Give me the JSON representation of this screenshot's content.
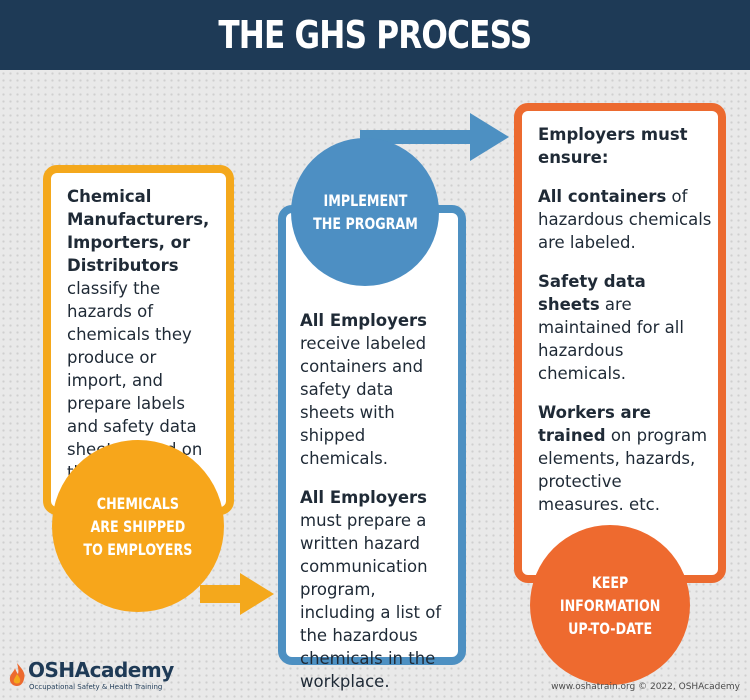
{
  "header": {
    "title": "THE GHS PROCESS"
  },
  "card_manufacturers": {
    "bold": "Chemical Manufacturers, Importers, or Distributors",
    "text": " classify the hazards of chemicals they produce or import, and prepare labels and safety data sheets based on the classifications."
  },
  "card_employers": {
    "p1_bold": "All Employers",
    "p1_text": " receive labeled containers and safety data sheets with shipped chemicals.",
    "p2_bold": "All Employers",
    "p2_text": " must prepare a written hazard communication program, including a list of the hazardous chemicals in the workplace."
  },
  "card_ensure": {
    "heading": "Employers must ensure:",
    "p1_bold": "All containers",
    "p1_text": " of hazardous chemicals are labeled.",
    "p2_bold": "Safety data sheets",
    "p2_text": " are maintained for all hazardous chemicals.",
    "p3_bold": "Workers are trained",
    "p3_text": " on program elements, hazards, protective measures. etc."
  },
  "circles": {
    "shipped": "CHEMICALS\nARE SHIPPED\nTO EMPLOYERS",
    "implement": "IMPLEMENT\nTHE PROGRAM",
    "update": "KEEP\nINFORMATION\nUP-TO-DATE"
  },
  "footer": {
    "logo_text": "OSHAcademy",
    "logo_sub": "Occupational Safety & Health Training",
    "credit": "www.oshatrain.org © 2022, OSHAcademy"
  },
  "colors": {
    "header": "#1e3a56",
    "yellow": "#f4a81c",
    "blue": "#4d90c2",
    "orange": "#ec6a2f"
  },
  "icons": [
    "arrow-right-icon",
    "flame-icon"
  ]
}
